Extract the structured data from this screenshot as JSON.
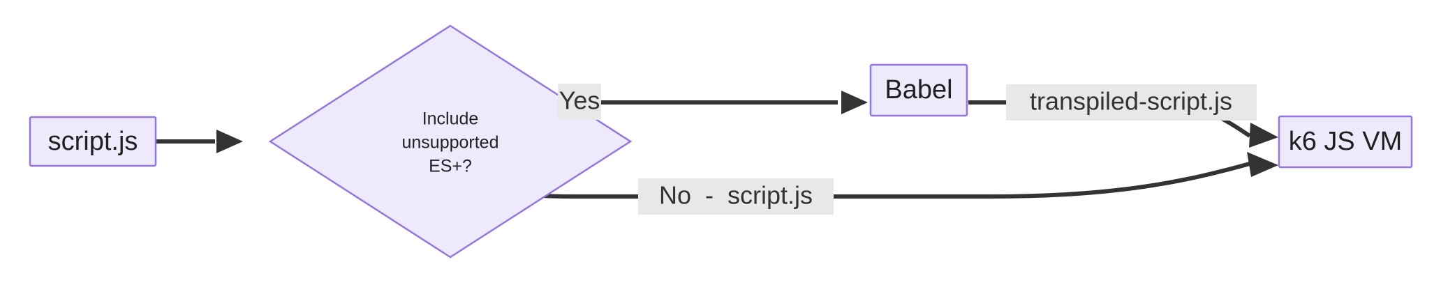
{
  "diagram": {
    "type": "flowchart",
    "direction": "left-to-right",
    "theme": {
      "node_fill": "#ECEAFB",
      "node_border": "#9575E0",
      "edge_color": "#333333",
      "label_background": "#E8E8E8",
      "text_color": "#1f2020",
      "canvas_background": "#ffffff"
    },
    "nodes": [
      {
        "id": "script",
        "shape": "rectangle",
        "label": "script.js"
      },
      {
        "id": "decision",
        "shape": "diamond",
        "label_lines": [
          "Include",
          "unsupported",
          "ES+?"
        ]
      },
      {
        "id": "babel",
        "shape": "rectangle",
        "label": "Babel"
      },
      {
        "id": "vm",
        "shape": "rectangle",
        "label": "k6 JS VM"
      }
    ],
    "edges": [
      {
        "id": "e1",
        "from": "script",
        "to": "decision",
        "label": ""
      },
      {
        "id": "e2",
        "from": "decision",
        "to": "babel",
        "label": "Yes"
      },
      {
        "id": "e3",
        "from": "babel",
        "to": "vm",
        "label": "transpiled-script.js"
      },
      {
        "id": "e4",
        "from": "decision",
        "to": "vm",
        "label": "No  -  script.js"
      }
    ]
  }
}
